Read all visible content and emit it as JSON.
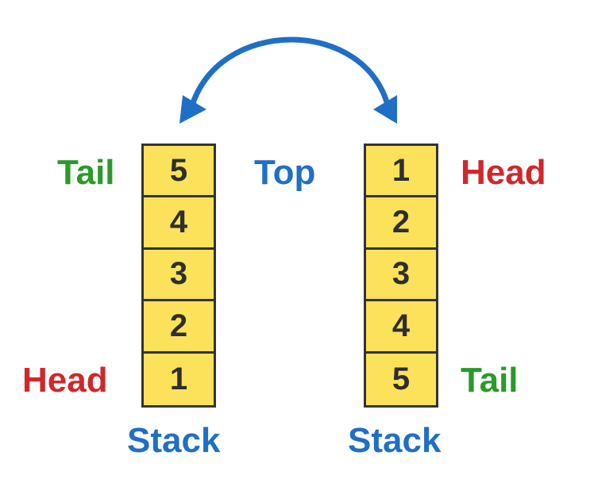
{
  "colors": {
    "tail": "#2a9a2a",
    "head": "#d0282a",
    "top": "#1f6fc6",
    "stack": "#1f6fc6",
    "arrow": "#1f6fc6",
    "cell_fill": "#fbe25a",
    "cell_border": "#333333"
  },
  "left_stack": {
    "cells": [
      "5",
      "4",
      "3",
      "2",
      "1"
    ],
    "tail_label": "Tail",
    "head_label": "Head",
    "caption": "Stack"
  },
  "right_stack": {
    "cells": [
      "1",
      "2",
      "3",
      "4",
      "5"
    ],
    "head_label": "Head",
    "tail_label": "Tail",
    "caption": "Stack"
  },
  "top_label": "Top",
  "arrow": {
    "icon": "double-headed-curved-arrow-icon"
  }
}
